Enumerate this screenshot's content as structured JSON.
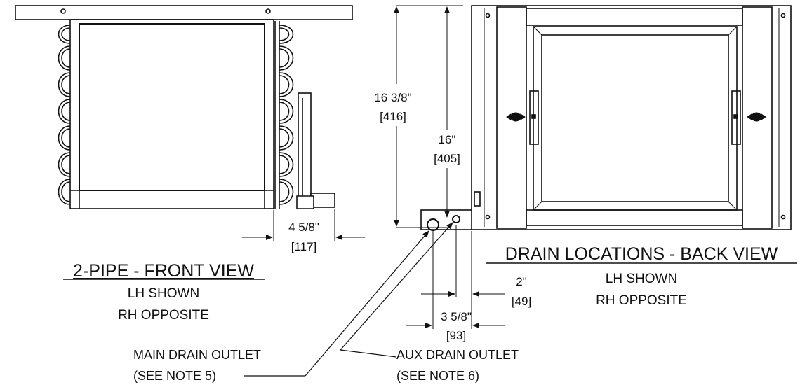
{
  "front_view": {
    "title": "2-PIPE - FRONT VIEW",
    "line1": "LH SHOWN",
    "line2": "RH OPPOSITE",
    "dim_width_in": "4 5/8\"",
    "dim_width_mm": "[117]"
  },
  "back_view": {
    "title": "DRAIN LOCATIONS - BACK VIEW",
    "line1": "LH SHOWN",
    "line2": "RH OPPOSITE",
    "dim_outer_height_in": "16 3/8\"",
    "dim_outer_height_mm": "[416]",
    "dim_inner_height_in": "16\"",
    "dim_inner_height_mm": "[405]",
    "dim_aux_in": "2\"",
    "dim_aux_mm": "[49]",
    "dim_main_in": "3 5/8\"",
    "dim_main_mm": "[93]"
  },
  "callouts": {
    "main_drain": "MAIN DRAIN OUTLET",
    "main_note": "(SEE NOTE 5)",
    "aux_drain": "AUX DRAIN OUTLET",
    "aux_note": "(SEE NOTE 6)"
  }
}
